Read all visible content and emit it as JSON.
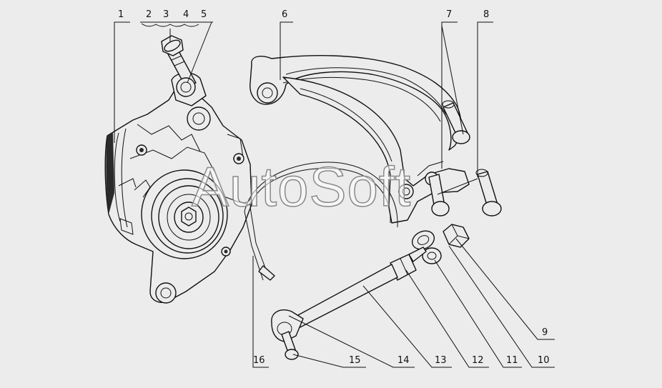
{
  "callouts": [
    {
      "id": "1",
      "label": "1"
    },
    {
      "id": "2",
      "label": "2"
    },
    {
      "id": "3",
      "label": "3"
    },
    {
      "id": "4",
      "label": "4"
    },
    {
      "id": "5",
      "label": "5"
    },
    {
      "id": "6",
      "label": "6"
    },
    {
      "id": "7",
      "label": "7"
    },
    {
      "id": "8",
      "label": "8"
    },
    {
      "id": "9",
      "label": "9"
    },
    {
      "id": "10",
      "label": "10"
    },
    {
      "id": "11",
      "label": "11"
    },
    {
      "id": "12",
      "label": "12"
    },
    {
      "id": "13",
      "label": "13"
    },
    {
      "id": "14",
      "label": "14"
    },
    {
      "id": "15",
      "label": "15"
    },
    {
      "id": "16",
      "label": "16"
    }
  ],
  "watermark": "AutoSoft"
}
